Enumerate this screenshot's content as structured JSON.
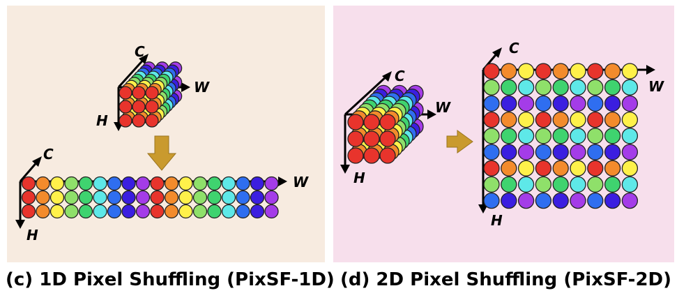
{
  "panels": [
    {
      "id": "c",
      "caption": "(c) 1D Pixel Shuffling (PixSF-1D)",
      "axes": {
        "channel": "C",
        "width": "W",
        "height": "H"
      }
    },
    {
      "id": "d",
      "caption": "(d) 2D Pixel Shuffling (PixSF-2D)",
      "axes": {
        "channel": "C",
        "width": "W",
        "height": "H"
      }
    }
  ],
  "colors": {
    "channel_palette": [
      "#e8342c",
      "#f38b2c",
      "#fff14a",
      "#8fe06a",
      "#3fd36f",
      "#5ee8e8",
      "#2f6ef0",
      "#3b1ee0",
      "#a43ce8"
    ],
    "panel_c_background": "#f7ebe0",
    "panel_d_background": "#f7dfec",
    "arrow_gold": "#c99a2e"
  }
}
